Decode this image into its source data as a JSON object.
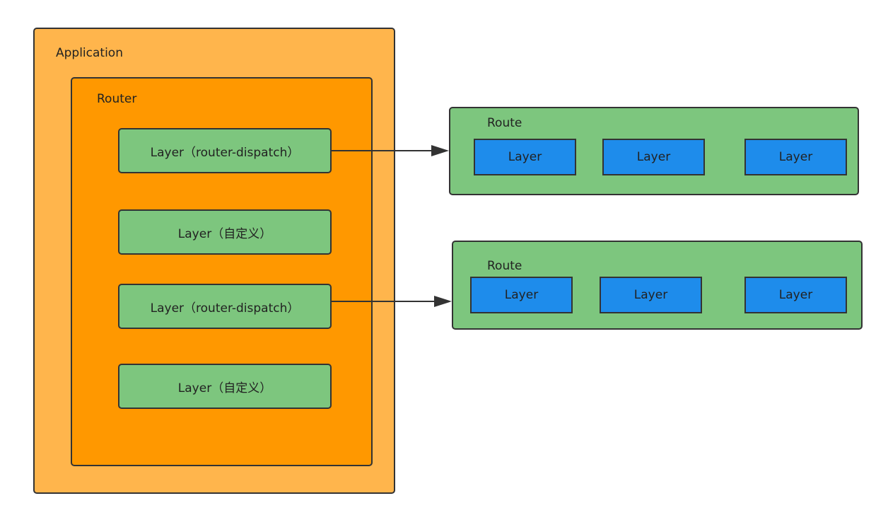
{
  "application": {
    "label": "Application"
  },
  "router": {
    "label": "Router",
    "layers": [
      "Layer（router-dispatch）",
      "Layer（自定义）",
      "Layer（router-dispatch）",
      "Layer（自定义）"
    ]
  },
  "routes": [
    {
      "label": "Route",
      "layers": [
        "Layer",
        "Layer",
        "Layer"
      ]
    },
    {
      "label": "Route",
      "layers": [
        "Layer",
        "Layer",
        "Layer"
      ]
    }
  ],
  "colors": {
    "application": "#FFB54C",
    "router": "#FF9800",
    "green_layer": "#7DC67E",
    "blue_layer": "#1E8CEB",
    "border": "#333333"
  }
}
